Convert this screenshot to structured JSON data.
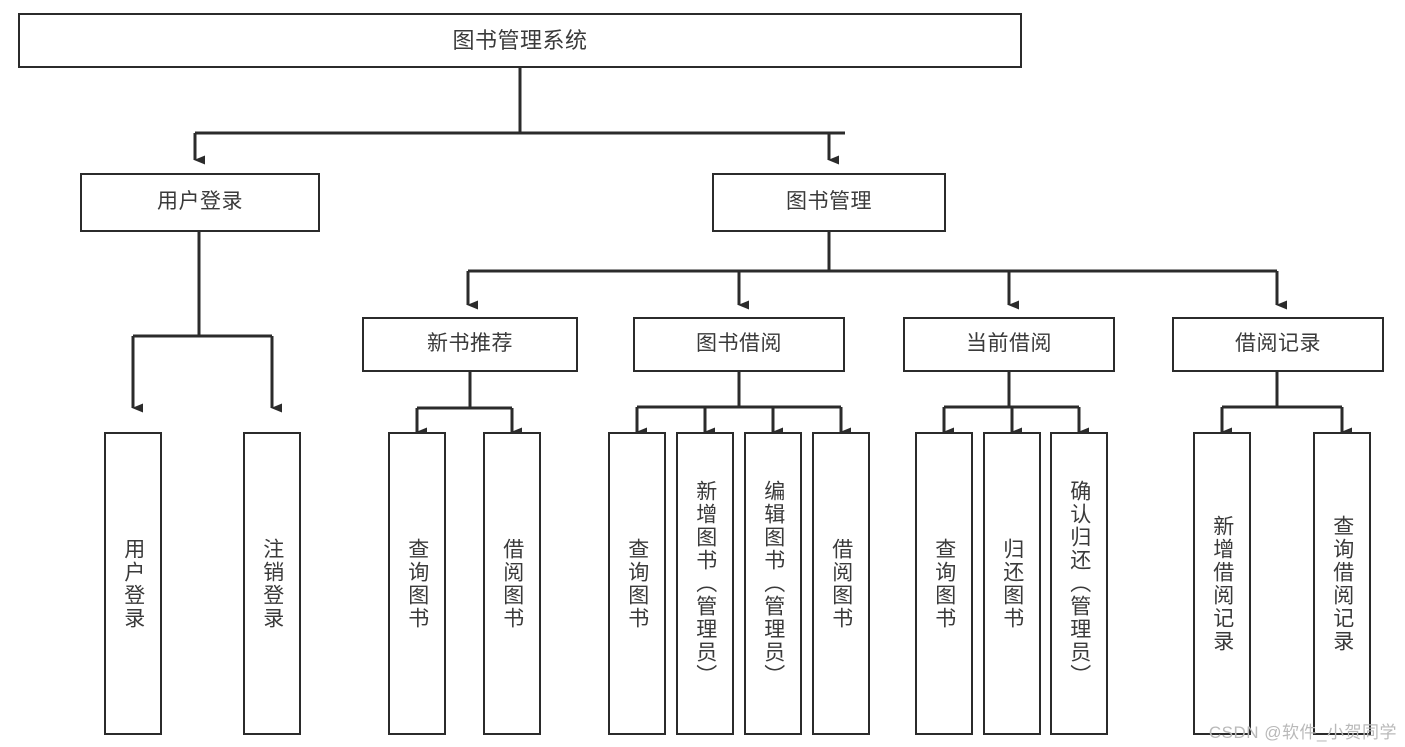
{
  "diagram": {
    "title": "图书管理系统",
    "type": "function-structure-tree",
    "colors": {
      "stroke": "#2b2b2b",
      "text": "#3a3a3a",
      "background": "#ffffff",
      "watermark": "#b9b9b9"
    }
  },
  "root": {
    "label": "图书管理系统"
  },
  "level2": [
    {
      "label": "用户登录"
    },
    {
      "label": "图书管理"
    }
  ],
  "level3": [
    {
      "label": "新书推荐"
    },
    {
      "label": "图书借阅"
    },
    {
      "label": "当前借阅"
    },
    {
      "label": "借阅记录"
    }
  ],
  "leaves": {
    "user_login": [
      {
        "label": "用户登录"
      },
      {
        "label": "注销登录"
      }
    ],
    "new_book_recommend": [
      {
        "label": "查询图书"
      },
      {
        "label": "借阅图书"
      }
    ],
    "book_borrow": [
      {
        "label": "查询图书"
      },
      {
        "label": "新增图书（管理员）"
      },
      {
        "label": "编辑图书（管理员）"
      },
      {
        "label": "借阅图书"
      }
    ],
    "current_borrow": [
      {
        "label": "查询图书"
      },
      {
        "label": "归还图书"
      },
      {
        "label": "确认归还（管理员）"
      }
    ],
    "borrow_record": [
      {
        "label": "新增借阅记录"
      },
      {
        "label": "查询借阅记录"
      }
    ]
  },
  "watermark": {
    "text": "CSDN @软件_小贺同学"
  }
}
